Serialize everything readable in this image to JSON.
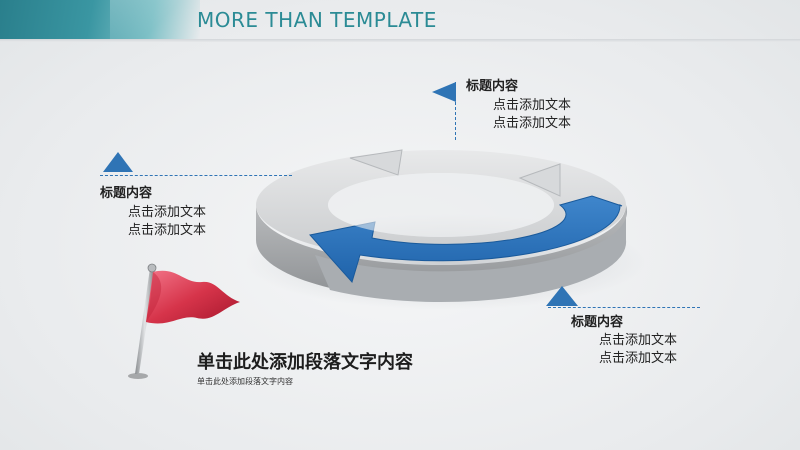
{
  "header": {
    "title": "MORE  THAN TEMPLATE"
  },
  "callouts": [
    {
      "title": "标题内容",
      "lines": [
        "点击添加文本",
        "点击添加文本"
      ]
    },
    {
      "title": "标题内容",
      "lines": [
        "点击添加文本",
        "点击添加文本"
      ]
    },
    {
      "title": "标题内容",
      "lines": [
        "点击添加文本",
        "点击添加文本"
      ]
    }
  ],
  "main": {
    "heading": "单击此处添加段落文字内容",
    "subtext": "单击此处添加段落文字内容"
  },
  "colors": {
    "accent_blue": "#2f74b5",
    "header_teal": "#2b8b95",
    "flag_red": "#d6344a"
  }
}
